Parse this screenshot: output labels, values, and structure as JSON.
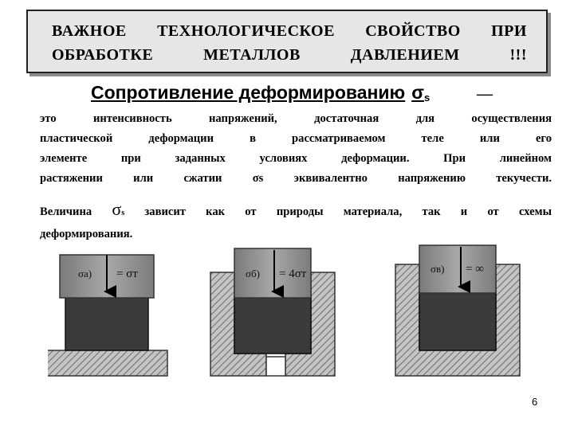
{
  "slide": {
    "title_line1": [
      "ВАЖНОЕ",
      "ТЕХНОЛОГИЧЕСКОЕ",
      "СВОЙСТВО",
      "ПРИ"
    ],
    "title_line2": [
      "ОБРАБОТКЕ",
      "МЕТАЛЛОВ",
      "ДАВЛЕНИЕМ",
      "!!!"
    ],
    "heading_text": "Сопротивление деформированию",
    "heading_sigma": "σ",
    "heading_sub": "s",
    "heading_dash": "—",
    "para1_lines": [
      "это интенсивность напряжений, достаточная для осуществления",
      "пластической деформации в рассматриваемом теле или его",
      "элементе при заданных условиях деформации. При линейном",
      "растяжении или сжатии  σs  эквивалентно напряжению текучести."
    ],
    "para2_prefix": "Величина",
    "para2_sigma": "σ",
    "para2_sub": "s",
    "para2_rest_line1": "зависит как от природы материала, так и от схемы",
    "para2_line2": "деформирования.",
    "figures": [
      {
        "label": "σa)",
        "formula": "= σт"
      },
      {
        "label": "σб)",
        "formula": "= 4σт"
      },
      {
        "label": "σв)",
        "formula": "= ∞"
      }
    ],
    "page_number": "6",
    "colors": {
      "punch": "#8f8f8f",
      "workpiece": "#3a3a3a",
      "container": "#b0b0b0",
      "title_bg": "#e6e6e6"
    }
  }
}
